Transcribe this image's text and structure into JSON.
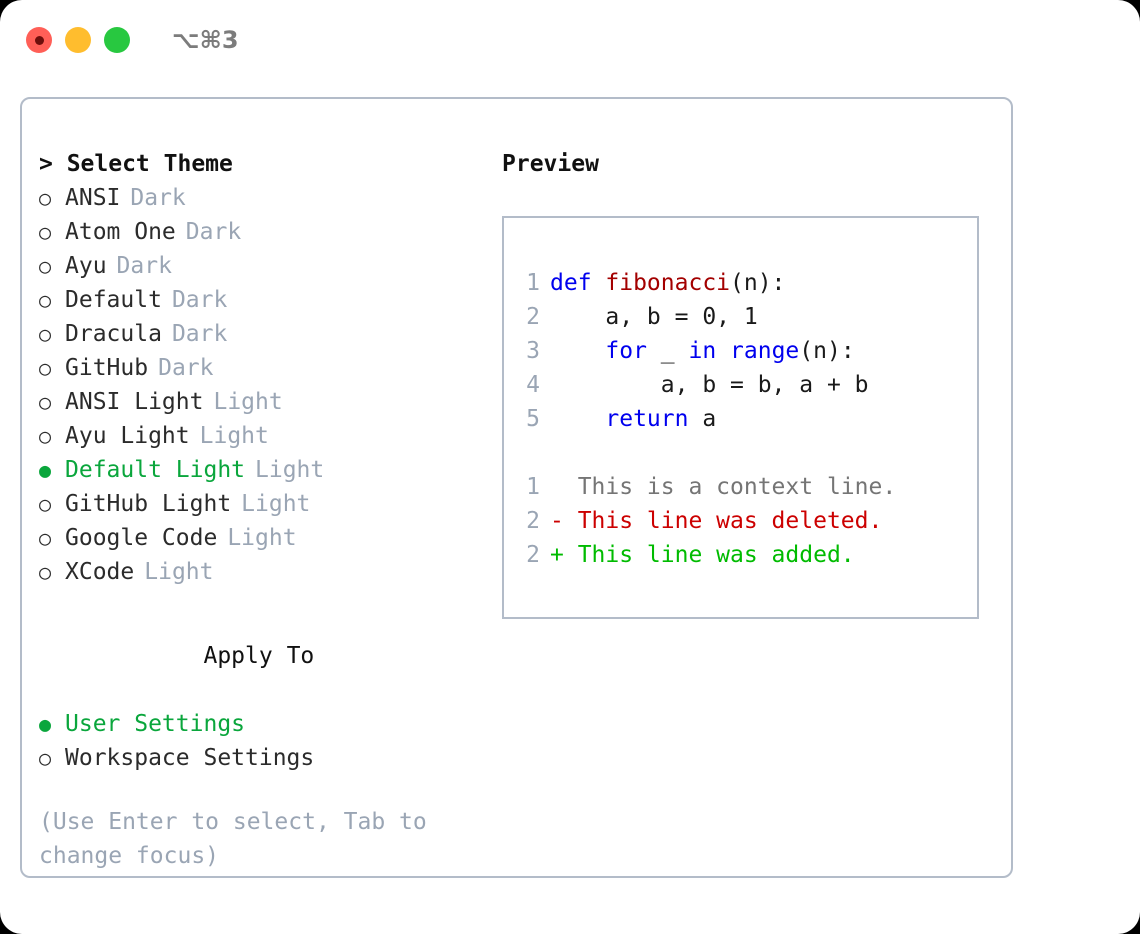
{
  "window": {
    "shortcut": "⌥⌘3",
    "traffic_lights": [
      {
        "name": "close",
        "color": "#ff5f57"
      },
      {
        "name": "minimize",
        "color": "#ffbd2e"
      },
      {
        "name": "maximize",
        "color": "#28c840"
      }
    ]
  },
  "theme_picker": {
    "header": "> Select Theme",
    "items": [
      {
        "marker": "○",
        "label": "ANSI",
        "tag": "Dark",
        "selected": false
      },
      {
        "marker": "○",
        "label": "Atom One",
        "tag": "Dark",
        "selected": false
      },
      {
        "marker": "○",
        "label": "Ayu",
        "tag": "Dark",
        "selected": false
      },
      {
        "marker": "○",
        "label": "Default",
        "tag": "Dark",
        "selected": false
      },
      {
        "marker": "○",
        "label": "Dracula",
        "tag": "Dark",
        "selected": false
      },
      {
        "marker": "○",
        "label": "GitHub",
        "tag": "Dark",
        "selected": false
      },
      {
        "marker": "○",
        "label": "ANSI Light",
        "tag": "Light",
        "selected": false
      },
      {
        "marker": "○",
        "label": "Ayu Light",
        "tag": "Light",
        "selected": false
      },
      {
        "marker": "●",
        "label": "Default Light",
        "tag": "Light",
        "selected": true
      },
      {
        "marker": "○",
        "label": "GitHub Light",
        "tag": "Light",
        "selected": false
      },
      {
        "marker": "○",
        "label": "Google Code",
        "tag": "Light",
        "selected": false
      },
      {
        "marker": "○",
        "label": "XCode",
        "tag": "Light",
        "selected": false
      }
    ]
  },
  "apply_to": {
    "header": "Apply To",
    "items": [
      {
        "marker": "●",
        "label": "User Settings",
        "selected": true
      },
      {
        "marker": "○",
        "label": "Workspace Settings",
        "selected": false
      }
    ]
  },
  "hint": "(Use Enter to select, Tab to change focus)",
  "preview": {
    "title": "Preview",
    "code_lines": [
      {
        "num": "1",
        "tokens": [
          {
            "text": "def ",
            "cls": "tok-kw"
          },
          {
            "text": "fibonacci",
            "cls": "tok-fn"
          },
          {
            "text": "(n):",
            "cls": "tok-pl"
          }
        ]
      },
      {
        "num": "2",
        "tokens": [
          {
            "text": "    a, b = 0, 1",
            "cls": "tok-pl"
          }
        ]
      },
      {
        "num": "3",
        "tokens": [
          {
            "text": "    ",
            "cls": "tok-pl"
          },
          {
            "text": "for",
            "cls": "tok-kw"
          },
          {
            "text": " _ ",
            "cls": "tok-pl"
          },
          {
            "text": "in",
            "cls": "tok-kw"
          },
          {
            "text": " ",
            "cls": "tok-pl"
          },
          {
            "text": "range",
            "cls": "tok-kw"
          },
          {
            "text": "(n):",
            "cls": "tok-pl"
          }
        ]
      },
      {
        "num": "4",
        "tokens": [
          {
            "text": "        a, b = b, a + b",
            "cls": "tok-pl"
          }
        ]
      },
      {
        "num": "5",
        "tokens": [
          {
            "text": "    ",
            "cls": "tok-pl"
          },
          {
            "text": "return",
            "cls": "tok-kw"
          },
          {
            "text": " a",
            "cls": "tok-pl"
          }
        ]
      }
    ],
    "diff_lines": [
      {
        "num": "1",
        "tokens": [
          {
            "text": "  This is a context line.",
            "cls": "tok-ctx"
          }
        ]
      },
      {
        "num": "2",
        "tokens": [
          {
            "text": "- This line was deleted.",
            "cls": "tok-del"
          }
        ]
      },
      {
        "num": "2",
        "tokens": [
          {
            "text": "+ This line was added.",
            "cls": "tok-add"
          }
        ]
      }
    ]
  },
  "colors": {
    "selected_green": "#0aa63c",
    "muted_tag": "#9aa5b4",
    "border": "#b3bcc9",
    "keyword_blue": "#0000ee",
    "function_red": "#a30000",
    "diff_deleted": "#cc0000",
    "diff_added": "#00bb00"
  }
}
